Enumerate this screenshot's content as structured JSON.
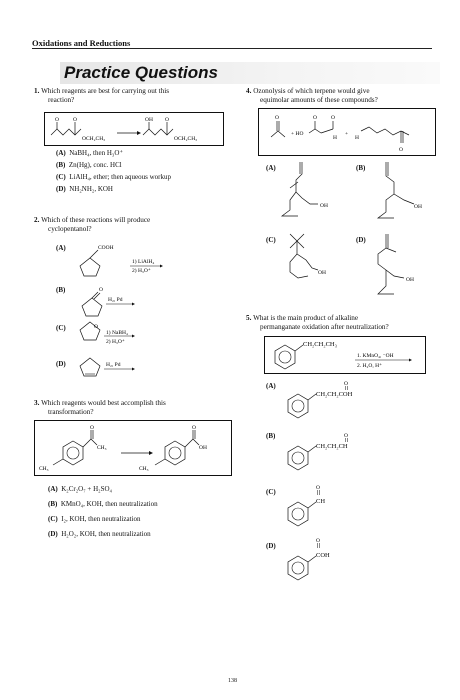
{
  "header": {
    "section": "Oxidations and Reductions"
  },
  "title": "Practice Questions",
  "page_number": "138",
  "questions": [
    {
      "num": "1.",
      "text_l1": "Which reagents are best for carrying out this",
      "text_l2": "reaction?",
      "labels": [
        "O",
        "O",
        "OCH₂CH₃",
        "OH",
        "O",
        "OCH₂CH₃"
      ],
      "options": [
        {
          "letter": "(A)",
          "text": "NaBH₄, then H₃O⁺"
        },
        {
          "letter": "(B)",
          "text": "Zn(Hg), conc. HCl"
        },
        {
          "letter": "(C)",
          "text": "LiAlH₄, ether; then aqueous workup"
        },
        {
          "letter": "(D)",
          "text": "NH₂NH₂, KOH"
        }
      ]
    },
    {
      "num": "2.",
      "text_l1": "Which of these reactions will produce",
      "text_l2": "cyclopentanol?",
      "options": [
        {
          "letter": "(A)",
          "group": "COOH",
          "reagent1": "1) LiAlH₄",
          "reagent2": "2) H₃O⁺"
        },
        {
          "letter": "(B)",
          "group": "O",
          "reagent1": "H₂, Pd",
          "reagent2": ""
        },
        {
          "letter": "(C)",
          "group": "O",
          "reagent1": "1) NaBH₄",
          "reagent2": "2) H₃O⁺"
        },
        {
          "letter": "(D)",
          "group": "",
          "reagent1": "H₂, Pd",
          "reagent2": ""
        }
      ]
    },
    {
      "num": "3.",
      "text_l1": "Which reagents would best accomplish this",
      "text_l2": "transformation?",
      "labels": [
        "O",
        "CH₃",
        "CH₃",
        "O",
        "OH",
        "CH₃"
      ],
      "options": [
        {
          "letter": "(A)",
          "text": "K₂Cr₂O₇ + H₂SO₄"
        },
        {
          "letter": "(B)",
          "text": "KMnO₄, KOH, then neutralization"
        },
        {
          "letter": "(C)",
          "text": "I₂, KOH, then neutralization"
        },
        {
          "letter": "(D)",
          "text": "H₂O₂, KOH, then neutralization"
        }
      ]
    },
    {
      "num": "4.",
      "text_l1": "Ozonolysis of which terpene would give",
      "text_l2": "equimolar amounts of these compounds?",
      "labels": [
        "O",
        "+ HO",
        "O",
        "O",
        "H",
        "+",
        "H",
        "O"
      ],
      "options": [
        {
          "letter": "(A)",
          "group": "OH"
        },
        {
          "letter": "(B)",
          "group": "OH"
        },
        {
          "letter": "(C)",
          "group": "OH"
        },
        {
          "letter": "(D)",
          "group": "OH"
        }
      ]
    },
    {
      "num": "5.",
      "text_l1": "What is the main product of alkaline",
      "text_l2": "permanganate oxidation after neutralization?",
      "substituent": "CH₂CH₂CH₃",
      "reagent1": "1. KMnO₄, ⁻OH",
      "reagent2": "2. H₂O, H⁺",
      "options": [
        {
          "letter": "(A)",
          "o": "O",
          "group": "CH₂CH₂COH"
        },
        {
          "letter": "(B)",
          "o": "O",
          "group": "CH₂CH₂CH"
        },
        {
          "letter": "(C)",
          "o": "O",
          "group": "CH"
        },
        {
          "letter": "(D)",
          "o": "O",
          "group": "COH"
        }
      ]
    }
  ]
}
